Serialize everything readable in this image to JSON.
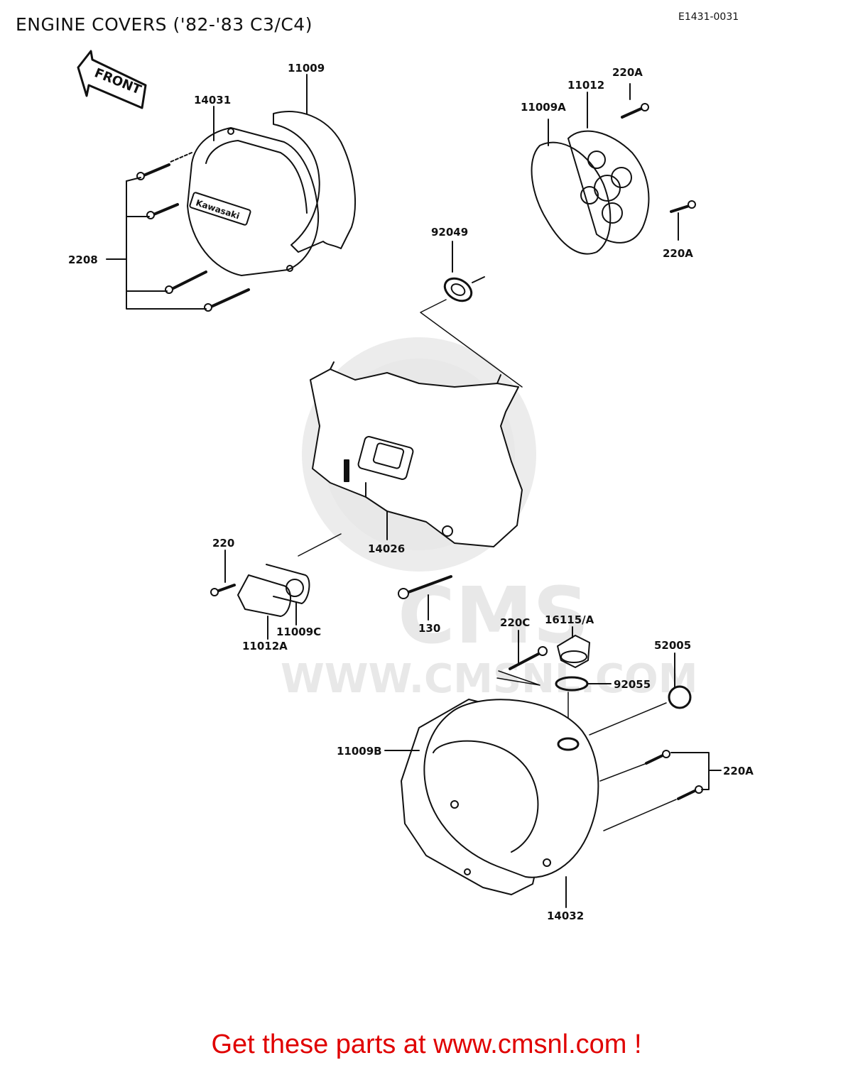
{
  "title": "ENGINE COVERS ('82-'83 C3/C4)",
  "diagram_code": "E1431-0031",
  "front_arrow_label": "FRONT",
  "cover_logo_text": "Kawasaki",
  "watermark": {
    "brand": "CMS",
    "url": "WWW.CMSNL.COM"
  },
  "footer": "Get these parts at www.cmsnl.com !",
  "part_labels": {
    "p11009": "11009",
    "p14031": "14031",
    "p2208": "2208",
    "p11012": "11012",
    "p220A_top": "220A",
    "p11009A": "11009A",
    "p220A_right": "220A",
    "p92049": "92049",
    "p14026": "14026",
    "p220": "220",
    "p11012A": "11012A",
    "p11009C": "11009C",
    "p130": "130",
    "p220C": "220C",
    "p16115A": "16115/A",
    "p92055": "92055",
    "p52005": "52005",
    "p11009B": "11009B",
    "p220A_bottom": "220A",
    "p14032": "14032"
  },
  "colors": {
    "footer": "#e00000",
    "lines": "#111111",
    "watermark": "#e8e8e8"
  }
}
